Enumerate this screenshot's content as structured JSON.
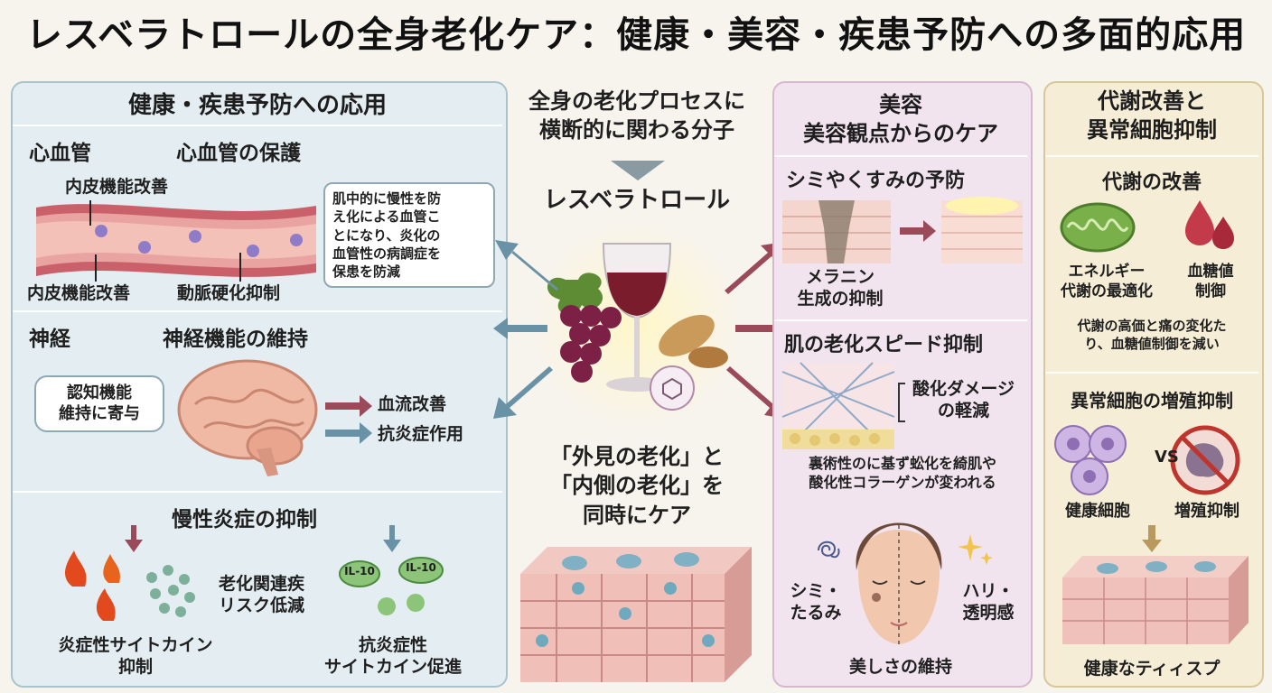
{
  "title": "レスベラトロールの全身老化ケア：健康・美容・疾患予防への多面的応用",
  "health": {
    "header": "健康・疾患予防への応用",
    "cardio": {
      "label": "心血管",
      "title": "心血管の保護",
      "top_label": "内皮機能改善",
      "bottom_left": "内皮機能改善",
      "bottom_right": "動脈硬化抑制",
      "note_lines": [
        "肌中的に慢性を防",
        "え化による血管こ",
        "とになり、炎化の",
        "血管性の病調症を",
        "保患を防減"
      ]
    },
    "neuro": {
      "label": "神経",
      "title": "神経機能の維持",
      "bubble_lines": [
        "認知機能",
        "維持に寄与"
      ],
      "arrow1": "血流改善",
      "arrow2": "抗炎症作用"
    },
    "inflam": {
      "title": "慢性炎症の抑制",
      "middle_lines": [
        "老化関連疾",
        "リスク低減"
      ],
      "left_lines": [
        "炎症性サイトカイン",
        "抑制"
      ],
      "right_lines": [
        "抗炎症性",
        "サイトカイン促進"
      ],
      "il1": "IL-10",
      "il2": "IL-10"
    }
  },
  "center": {
    "intro_lines": [
      "全身の老化プロセスに",
      "横断的に関わる分子"
    ],
    "molecule": "レスベラトロール",
    "bottom_lines": [
      "「外見の老化」と",
      "「内側の老化」を",
      "同時にケア"
    ]
  },
  "beauty": {
    "header1": "美容",
    "header2": "美容観点からのケア",
    "s1_title": "シミやくすみの予防",
    "s1_caption_lines": [
      "メラニン",
      "生成の抑制"
    ],
    "s2_title": "肌の老化スピード抑制",
    "s2_label_lines": [
      "酸化ダメージ",
      "の軽減"
    ],
    "s2_caption_lines": [
      "裏術性のに基ず蚣化を綺肌や",
      "酸化性コラーゲンが変われる"
    ],
    "left_face": [
      "シミ・",
      "たるみ"
    ],
    "right_face": [
      "ハリ・",
      "透明感"
    ],
    "bottom": "美しさの維持"
  },
  "metab": {
    "header_lines": [
      "代謝改善と",
      "異常細胞抑制"
    ],
    "s1_title": "代謝の改善",
    "energy_lines": [
      "エネルギー",
      "代謝の最適化"
    ],
    "glucose_lines": [
      "血糖値",
      "制御"
    ],
    "s1_caption_lines": [
      "代謝の高価と痛の変化た",
      "り、血糖値制御を減い"
    ],
    "s2_title": "異常細胞の増殖抑制",
    "vs": "VS",
    "healthy": "健康細胞",
    "suppress": "増殖抑制",
    "bottom": "健康なティィスプ"
  },
  "colors": {
    "health_bg": "#e4eef2",
    "beauty_bg": "#f2e4ee",
    "metab_bg": "#f6edd6",
    "arrow_red": "#9b4a5a",
    "arrow_blue": "#6a92a6",
    "wine": "#7a1c2c"
  }
}
